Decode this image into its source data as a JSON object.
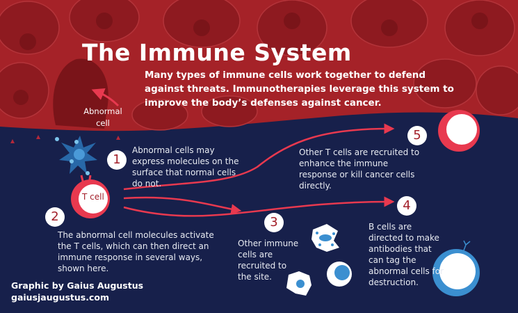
{
  "title": "The Immune System",
  "subtitle": "Many types of immune cells work together to defend against threats. Immunotherapies leverage this system to improve the body’s defenses against cancer.",
  "abnormal_cell_label": "Abnormal cell",
  "t_cell_label": "T cell",
  "steps": [
    {
      "number": "1",
      "text": "Abnormal cells may express molecules on the surface that normal cells do not."
    },
    {
      "number": "2",
      "text": "The abnormal cell molecules activate the T cells, which can then direct an immune response in several ways, shown here."
    },
    {
      "number": "3",
      "text": "Other immune cells are recruited to the site."
    },
    {
      "number": "4",
      "text": "B cells are directed to make antibodies that can tag the abnormal cells for destruction."
    },
    {
      "number": "5",
      "text": "Other T cells are recruited to enhance the immune response or kill cancer cells directly."
    }
  ],
  "credit": {
    "line1": "Graphic by Gaius Augustus",
    "line2": "gaiusjaugustus.com"
  },
  "colors": {
    "navy": "#17204b",
    "red": "#a52228",
    "accent": "#e8394f",
    "blue": "#3b8fd0"
  }
}
